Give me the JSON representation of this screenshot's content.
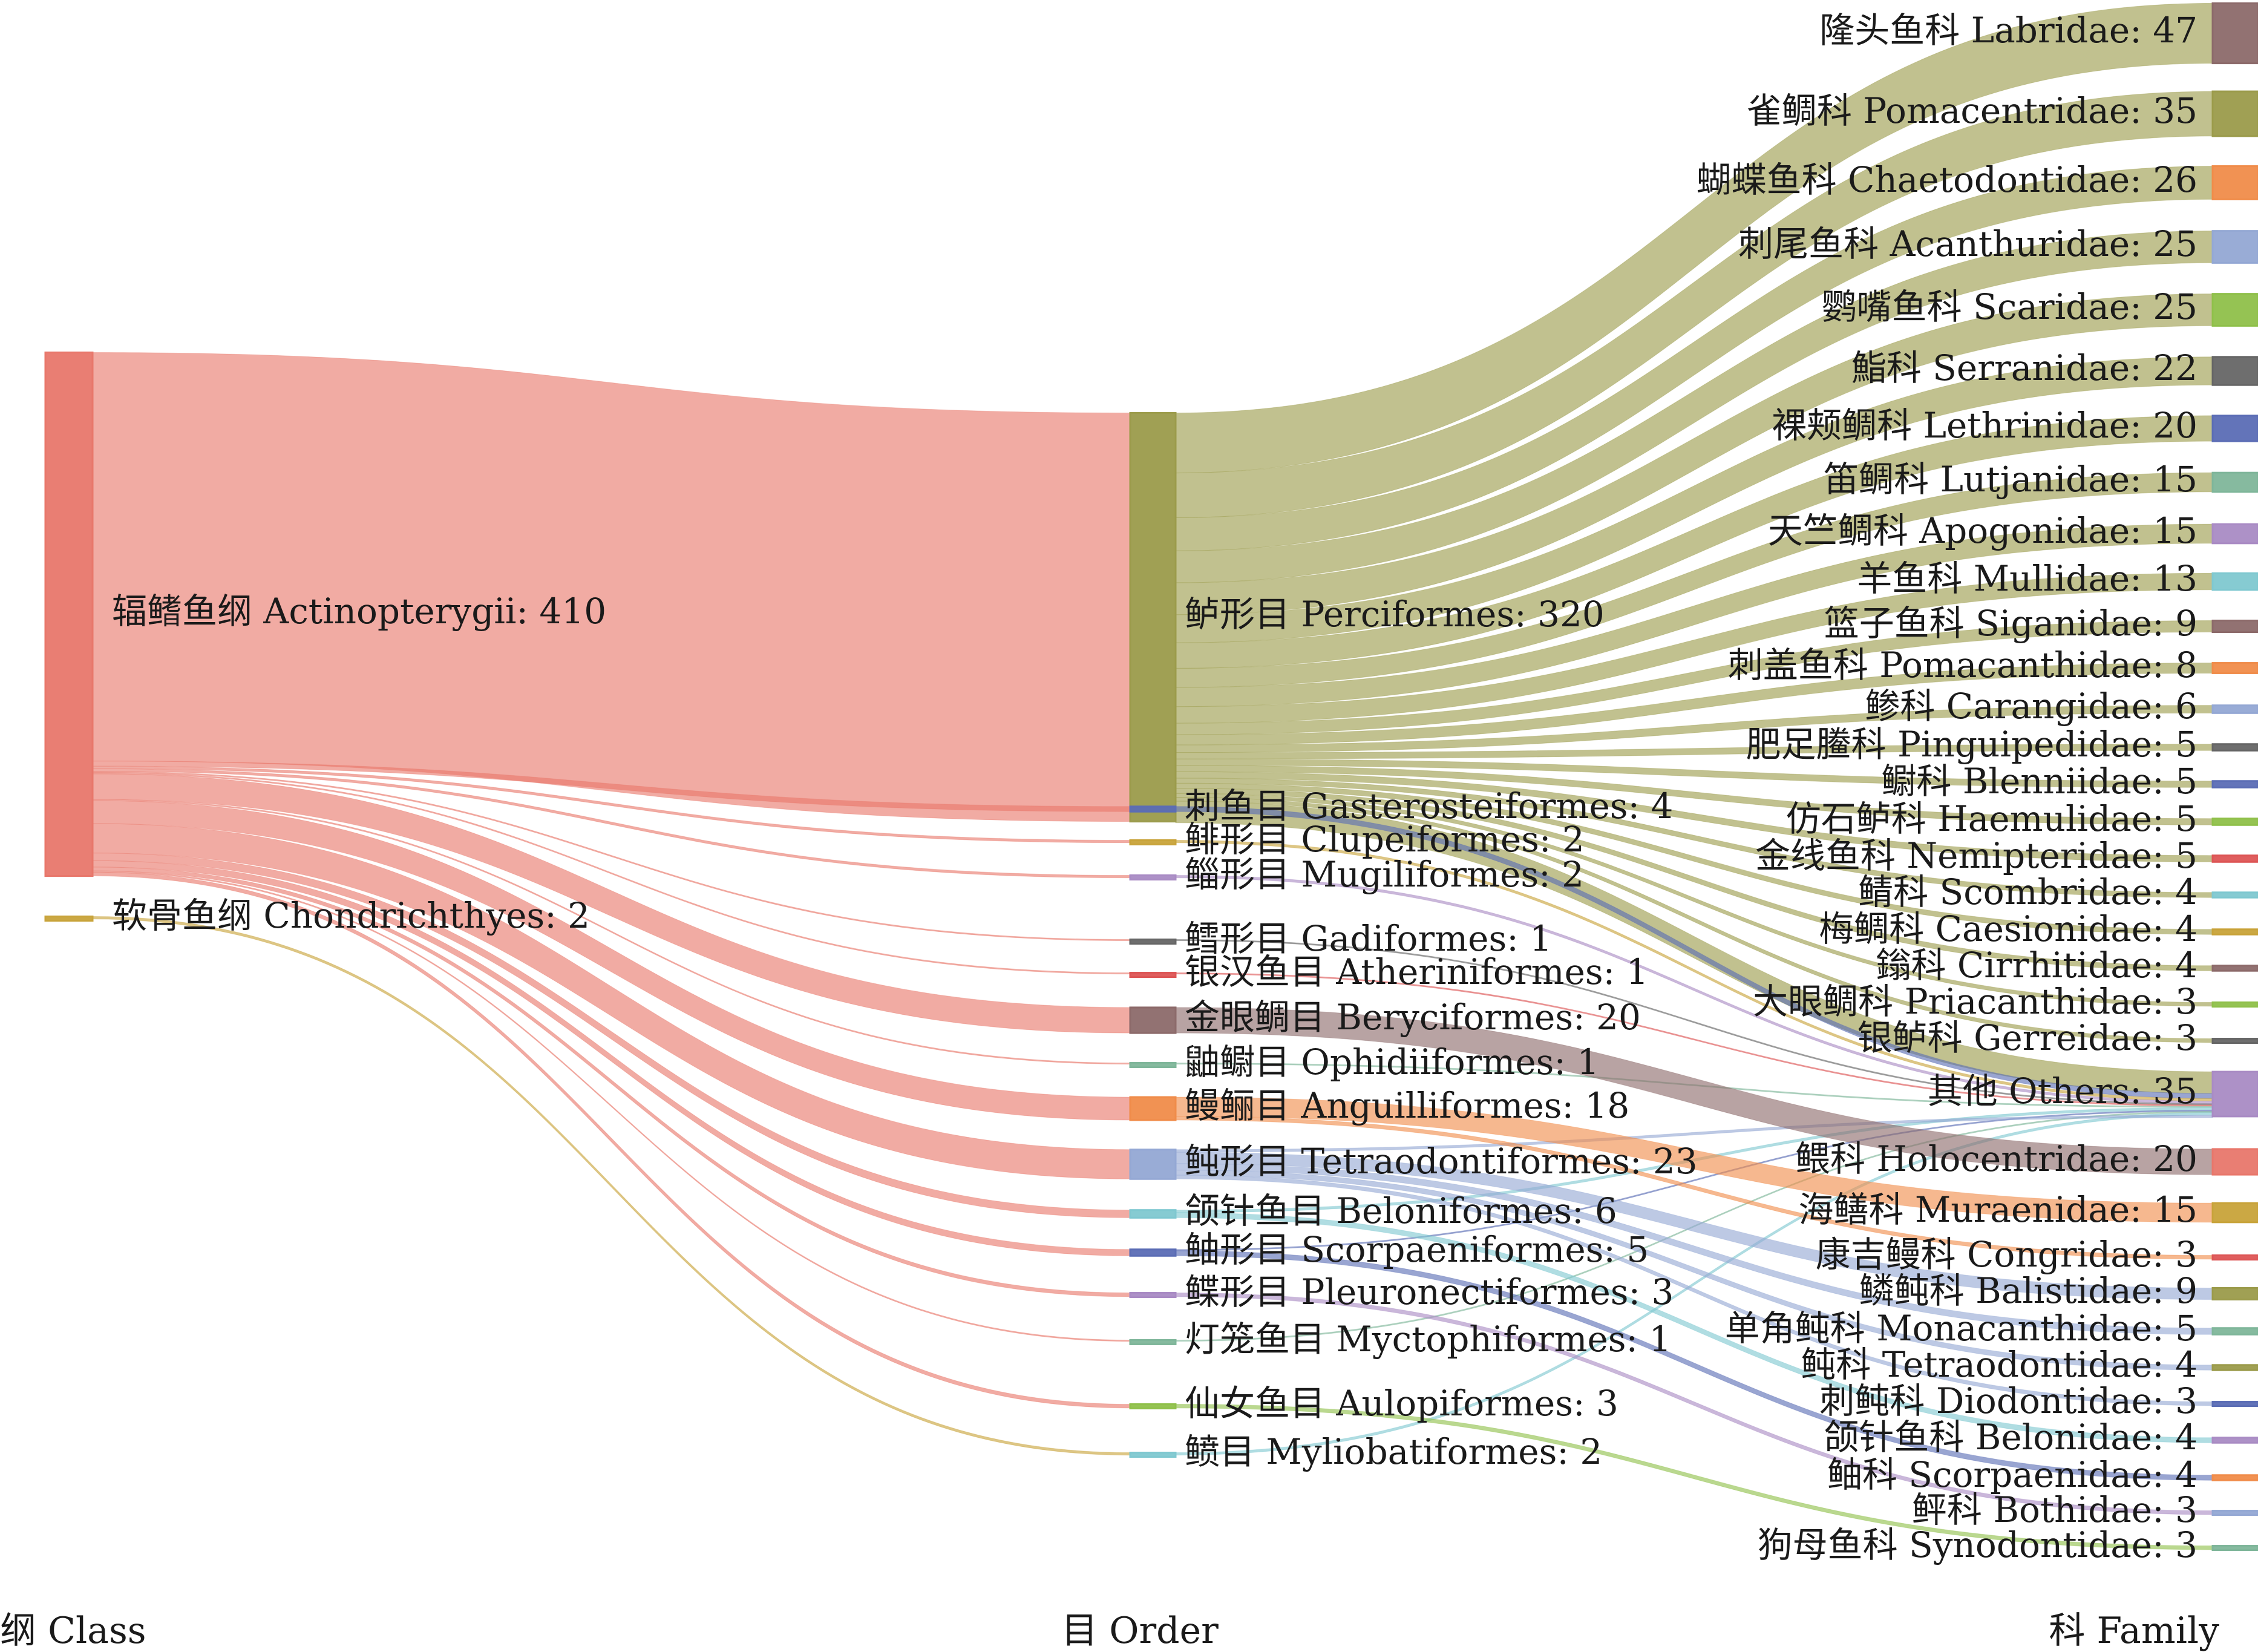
{
  "chart_data": {
    "type": "sankey",
    "columns": [
      "纲 Class",
      "目 Order",
      "科 Family"
    ],
    "nodes": {
      "class": [
        {
          "id": "actino",
          "label": "辐鳍鱼纲 Actinopterygii: 410",
          "value": 410,
          "color": "#e8776b"
        },
        {
          "id": "chondro",
          "label": "软骨鱼纲 Chondrichthyes: 2",
          "value": 2,
          "color": "#c8a33a"
        }
      ],
      "order": [
        {
          "id": "perc",
          "label": "鲈形目 Perciformes: 320",
          "value": 320,
          "color": "#9b9b4b"
        },
        {
          "id": "gast",
          "label": "刺鱼目 Gasterosteiformes: 4",
          "value": 4,
          "color": "#5b6db5"
        },
        {
          "id": "clup",
          "label": "鲱形目 Clupeiformes: 2",
          "value": 2,
          "color": "#c8a33a"
        },
        {
          "id": "mugi",
          "label": "鲻形目 Mugiliformes: 2",
          "value": 2,
          "color": "#a98bc4"
        },
        {
          "id": "gadi",
          "label": "鳕形目 Gadiformes: 1",
          "value": 1,
          "color": "#666666"
        },
        {
          "id": "athe",
          "label": "银汉鱼目 Atheriniformes: 1",
          "value": 1,
          "color": "#dd5555"
        },
        {
          "id": "bery",
          "label": "金眼鲷目 Beryciformes: 20",
          "value": 20,
          "color": "#8c6a6a"
        },
        {
          "id": "ophi",
          "label": "鼬鳚目 Ophidiiformes: 1",
          "value": 1,
          "color": "#7fb69a"
        },
        {
          "id": "angu",
          "label": "鳗鲡目 Anguilliformes: 18",
          "value": 18,
          "color": "#f08c4a"
        },
        {
          "id": "tetr",
          "label": "鲀形目 Tetraodontiformes: 23",
          "value": 23,
          "color": "#94a8d4"
        },
        {
          "id": "belo",
          "label": "颌针鱼目 Beloniformes: 6",
          "value": 6,
          "color": "#7fc8d0"
        },
        {
          "id": "scor",
          "label": "鲉形目 Scorpaeniformes: 5",
          "value": 5,
          "color": "#5b6db5"
        },
        {
          "id": "pleu",
          "label": "鲽形目 Pleuronectiformes: 3",
          "value": 3,
          "color": "#a98bc4"
        },
        {
          "id": "myct",
          "label": "灯笼鱼目 Myctophiformes: 1",
          "value": 1,
          "color": "#7fb69a"
        },
        {
          "id": "aulo",
          "label": "仙女鱼目 Aulopiformes: 3",
          "value": 3,
          "color": "#8fc04a"
        },
        {
          "id": "myli",
          "label": "鲼目 Myliobatiformes: 2",
          "value": 2,
          "color": "#7fc8d0"
        }
      ],
      "family": [
        {
          "id": "labr",
          "label": "隆头鱼科 Labridae: 47",
          "value": 47,
          "color": "#8c6a6a"
        },
        {
          "id": "poma",
          "label": "雀鲷科 Pomacentridae: 35",
          "value": 35,
          "color": "#9b9b4b"
        },
        {
          "id": "chae",
          "label": "蝴蝶鱼科 Chaetodontidae: 26",
          "value": 26,
          "color": "#f08c4a"
        },
        {
          "id": "acan",
          "label": "刺尾鱼科 Acanthuridae: 25",
          "value": 25,
          "color": "#94a8d4"
        },
        {
          "id": "scar",
          "label": "鹦嘴鱼科 Scaridae: 25",
          "value": 25,
          "color": "#8fc04a"
        },
        {
          "id": "serr",
          "label": "鮨科 Serranidae: 22",
          "value": 22,
          "color": "#666666"
        },
        {
          "id": "leth",
          "label": "裸颊鲷科 Lethrinidae: 20",
          "value": 20,
          "color": "#5b6db5"
        },
        {
          "id": "lutj",
          "label": "笛鲷科 Lutjanidae: 15",
          "value": 15,
          "color": "#7fb69a"
        },
        {
          "id": "apog",
          "label": "天竺鲷科 Apogonidae: 15",
          "value": 15,
          "color": "#a98bc4"
        },
        {
          "id": "mull",
          "label": "羊鱼科 Mullidae: 13",
          "value": 13,
          "color": "#7fc8d0"
        },
        {
          "id": "siga",
          "label": "篮子鱼科 Siganidae: 9",
          "value": 9,
          "color": "#8c6a6a"
        },
        {
          "id": "pomc",
          "label": "刺盖鱼科 Pomacanthidae: 8",
          "value": 8,
          "color": "#f08c4a"
        },
        {
          "id": "cara",
          "label": "鲹科 Carangidae: 6",
          "value": 6,
          "color": "#94a8d4"
        },
        {
          "id": "ping",
          "label": "肥足䲢科 Pinguipedidae: 5",
          "value": 5,
          "color": "#666666"
        },
        {
          "id": "blen",
          "label": "鳚科 Blenniidae: 5",
          "value": 5,
          "color": "#5b6db5"
        },
        {
          "id": "haem",
          "label": "仿石鲈科 Haemulidae: 5",
          "value": 5,
          "color": "#8fc04a"
        },
        {
          "id": "nemi",
          "label": "金线鱼科 Nemipteridae: 5",
          "value": 5,
          "color": "#dd5555"
        },
        {
          "id": "scom",
          "label": "鲭科 Scombridae: 4",
          "value": 4,
          "color": "#7fc8d0"
        },
        {
          "id": "caes",
          "label": "梅鲷科 Caesionidae: 4",
          "value": 4,
          "color": "#c8a33a"
        },
        {
          "id": "cirr",
          "label": "鎓科 Cirrhitidae: 4",
          "value": 4,
          "color": "#8c6a6a"
        },
        {
          "id": "pria",
          "label": "大眼鲷科 Priacanthidae: 3",
          "value": 3,
          "color": "#8fc04a"
        },
        {
          "id": "gerr",
          "label": "银鲈科 Gerreidae: 3",
          "value": 3,
          "color": "#666666"
        },
        {
          "id": "othe",
          "label": "其他 Others: 35",
          "value": 35,
          "color": "#a98bc4"
        },
        {
          "id": "holo",
          "label": "鳂科 Holocentridae: 20",
          "value": 20,
          "color": "#e8776b"
        },
        {
          "id": "mura",
          "label": "海鳝科 Muraenidae: 15",
          "value": 15,
          "color": "#c8a33a"
        },
        {
          "id": "cong",
          "label": "康吉鳗科 Congridae: 3",
          "value": 3,
          "color": "#dd5555"
        },
        {
          "id": "bali",
          "label": "鳞鲀科 Balistidae: 9",
          "value": 9,
          "color": "#9b9b4b"
        },
        {
          "id": "mona",
          "label": "单角鲀科 Monacanthidae: 5",
          "value": 5,
          "color": "#7fb69a"
        },
        {
          "id": "tetd",
          "label": "鲀科 Tetraodontidae: 4",
          "value": 4,
          "color": "#9b9b4b"
        },
        {
          "id": "diod",
          "label": "刺鲀科 Diodontidae: 3",
          "value": 3,
          "color": "#5b6db5"
        },
        {
          "id": "beln",
          "label": "颌针鱼科 Belonidae: 4",
          "value": 4,
          "color": "#a98bc4"
        },
        {
          "id": "scpd",
          "label": "鲉科 Scorpaenidae: 4",
          "value": 4,
          "color": "#f08c4a"
        },
        {
          "id": "both",
          "label": "鲆科 Bothidae: 3",
          "value": 3,
          "color": "#94a8d4"
        },
        {
          "id": "syno",
          "label": "狗母鱼科 Synodontidae: 3",
          "value": 3,
          "color": "#7fb69a"
        }
      ]
    },
    "links": [
      {
        "source": "actino",
        "target": "perc",
        "value": 320
      },
      {
        "source": "actino",
        "target": "gast",
        "value": 4
      },
      {
        "source": "actino",
        "target": "clup",
        "value": 2
      },
      {
        "source": "actino",
        "target": "mugi",
        "value": 2
      },
      {
        "source": "actino",
        "target": "gadi",
        "value": 1
      },
      {
        "source": "actino",
        "target": "athe",
        "value": 1
      },
      {
        "source": "actino",
        "target": "bery",
        "value": 20
      },
      {
        "source": "actino",
        "target": "ophi",
        "value": 1
      },
      {
        "source": "actino",
        "target": "angu",
        "value": 18
      },
      {
        "source": "actino",
        "target": "tetr",
        "value": 23
      },
      {
        "source": "actino",
        "target": "belo",
        "value": 6
      },
      {
        "source": "actino",
        "target": "scor",
        "value": 5
      },
      {
        "source": "actino",
        "target": "pleu",
        "value": 3
      },
      {
        "source": "actino",
        "target": "myct",
        "value": 1
      },
      {
        "source": "actino",
        "target": "aulo",
        "value": 3
      },
      {
        "source": "chondro",
        "target": "myli",
        "value": 2
      },
      {
        "source": "perc",
        "target": "labr",
        "value": 47
      },
      {
        "source": "perc",
        "target": "poma",
        "value": 35
      },
      {
        "source": "perc",
        "target": "chae",
        "value": 26
      },
      {
        "source": "perc",
        "target": "acan",
        "value": 25
      },
      {
        "source": "perc",
        "target": "scar",
        "value": 25
      },
      {
        "source": "perc",
        "target": "serr",
        "value": 22
      },
      {
        "source": "perc",
        "target": "leth",
        "value": 20
      },
      {
        "source": "perc",
        "target": "lutj",
        "value": 15
      },
      {
        "source": "perc",
        "target": "apog",
        "value": 15
      },
      {
        "source": "perc",
        "target": "mull",
        "value": 13
      },
      {
        "source": "perc",
        "target": "siga",
        "value": 9
      },
      {
        "source": "perc",
        "target": "pomc",
        "value": 8
      },
      {
        "source": "perc",
        "target": "cara",
        "value": 6
      },
      {
        "source": "perc",
        "target": "ping",
        "value": 5
      },
      {
        "source": "perc",
        "target": "blen",
        "value": 5
      },
      {
        "source": "perc",
        "target": "haem",
        "value": 5
      },
      {
        "source": "perc",
        "target": "nemi",
        "value": 5
      },
      {
        "source": "perc",
        "target": "scom",
        "value": 4
      },
      {
        "source": "perc",
        "target": "caes",
        "value": 4
      },
      {
        "source": "perc",
        "target": "cirr",
        "value": 4
      },
      {
        "source": "perc",
        "target": "pria",
        "value": 3
      },
      {
        "source": "perc",
        "target": "gerr",
        "value": 3
      },
      {
        "source": "perc",
        "target": "othe",
        "value": 17
      },
      {
        "source": "gast",
        "target": "othe",
        "value": 4
      },
      {
        "source": "clup",
        "target": "othe",
        "value": 2
      },
      {
        "source": "mugi",
        "target": "othe",
        "value": 2
      },
      {
        "source": "gadi",
        "target": "othe",
        "value": 1
      },
      {
        "source": "athe",
        "target": "othe",
        "value": 1
      },
      {
        "source": "ophi",
        "target": "othe",
        "value": 1
      },
      {
        "source": "belo",
        "target": "othe",
        "value": 2
      },
      {
        "source": "scor",
        "target": "othe",
        "value": 1
      },
      {
        "source": "myct",
        "target": "othe",
        "value": 1
      },
      {
        "source": "myli",
        "target": "othe",
        "value": 2
      },
      {
        "source": "tetr",
        "target": "othe",
        "value": 2
      },
      {
        "source": "bery",
        "target": "holo",
        "value": 20
      },
      {
        "source": "angu",
        "target": "mura",
        "value": 15
      },
      {
        "source": "angu",
        "target": "cong",
        "value": 3
      },
      {
        "source": "tetr",
        "target": "bali",
        "value": 9
      },
      {
        "source": "tetr",
        "target": "mona",
        "value": 5
      },
      {
        "source": "tetr",
        "target": "tetd",
        "value": 4
      },
      {
        "source": "tetr",
        "target": "diod",
        "value": 3
      },
      {
        "source": "belo",
        "target": "beln",
        "value": 4
      },
      {
        "source": "scor",
        "target": "scpd",
        "value": 4
      },
      {
        "source": "pleu",
        "target": "both",
        "value": 3
      },
      {
        "source": "aulo",
        "target": "syno",
        "value": 3
      }
    ]
  }
}
